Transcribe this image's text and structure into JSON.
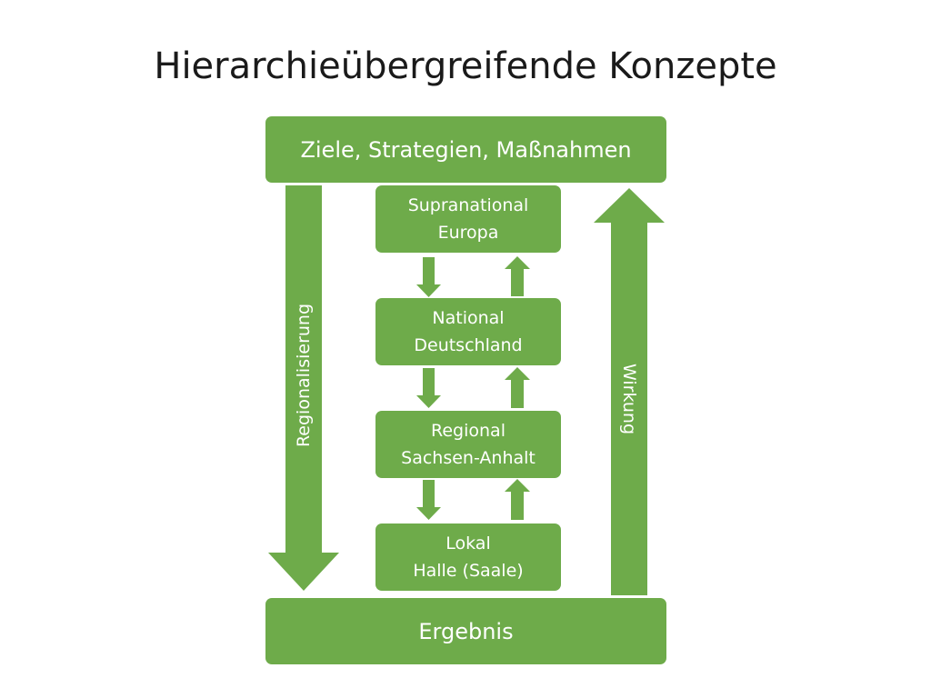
{
  "title": "Hierarchieübergreifende Konzepte",
  "top_box": "Ziele, Strategien, Maßnahmen",
  "bottom_box": "Ergebnis",
  "left_arrow_label": "Regionalisierung",
  "right_arrow_label": "Wirkung",
  "levels": [
    {
      "line1": "Supranational",
      "line2": "Europa"
    },
    {
      "line1": "National",
      "line2": "Deutschland"
    },
    {
      "line1": "Regional",
      "line2": "Sachsen-Anhalt"
    },
    {
      "line1": "Lokal",
      "line2": "Halle (Saale)"
    }
  ],
  "colors": {
    "box": "#6eab4a",
    "text": "#ffffff"
  }
}
